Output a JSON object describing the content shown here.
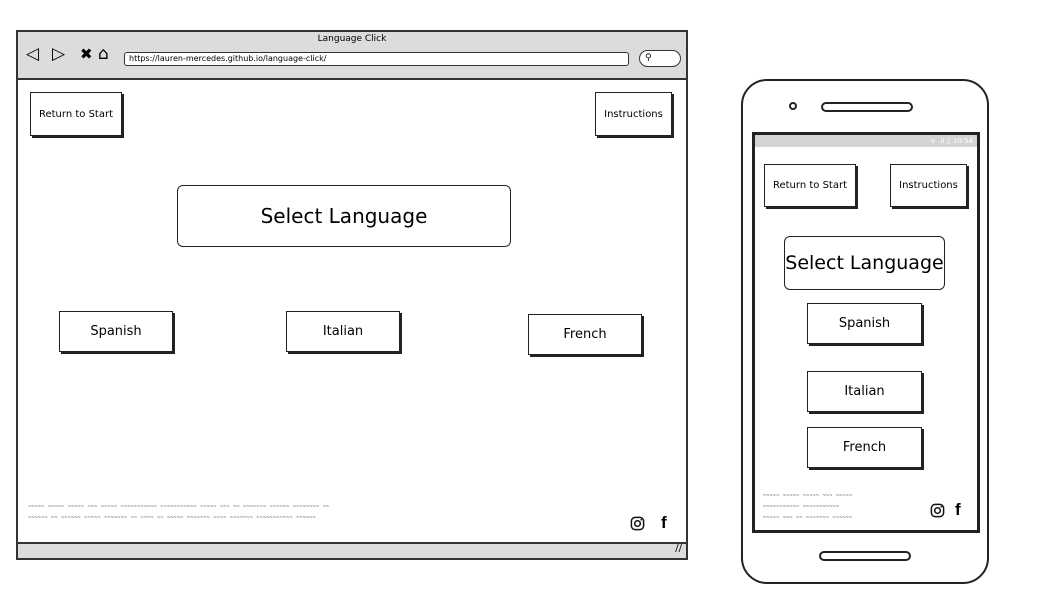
{
  "desktop": {
    "window_title": "Language Click",
    "nav_icons": {
      "back": "◁",
      "forward": "▷",
      "close": "✖",
      "home": "⌂"
    },
    "url": "https://lauren-mercedes.github.io/language-click/",
    "search_symbol": "⚲",
    "buttons": {
      "return_to_start": "Return to Start",
      "instructions": "Instructions"
    },
    "heading": "Select Language",
    "languages": [
      "Spanish",
      "Italian",
      "French"
    ],
    "footer_placeholder_lines": [
      "~~~~~ ~~~~~ ~~~~~ ~~~ ~~~~~ ~~~~~~~~~~~ ~~~~~~~~~~~ ~~~~~ ~~~ ~~ ~~~~~~~ ~~~~~~ ~~~~~~~~ ~~",
      "~~~~~~ ~~ ~~~~~~ ~~~~~ ~~~~~~~ ~~ ~~~~ ~~ ~~~~~ ~~~~~~~ ~~~~ ~~~~~~~ ~~~~~~~~~~~ ~~~~~~"
    ],
    "social_icons": [
      "instagram-icon",
      "facebook-icon"
    ],
    "facebook_glyph": "f",
    "resize_glyph": "//"
  },
  "mobile": {
    "status_text": "ᯤ .ıl ▯ 10:54",
    "buttons": {
      "return_to_start": "Return to Start",
      "instructions": "Instructions"
    },
    "heading": "Select Language",
    "languages": [
      "Spanish",
      "Italian",
      "French"
    ],
    "footer_placeholder_lines": [
      "~~~~~ ~~~~~ ~~~~~ ~~~ ~~~~~",
      "~~~~~~~~~~~ ~~~~~~~~~~~",
      "~~~~~ ~~~ ~~ ~~~~~~~ ~~~~~~"
    ],
    "facebook_glyph": "f"
  }
}
